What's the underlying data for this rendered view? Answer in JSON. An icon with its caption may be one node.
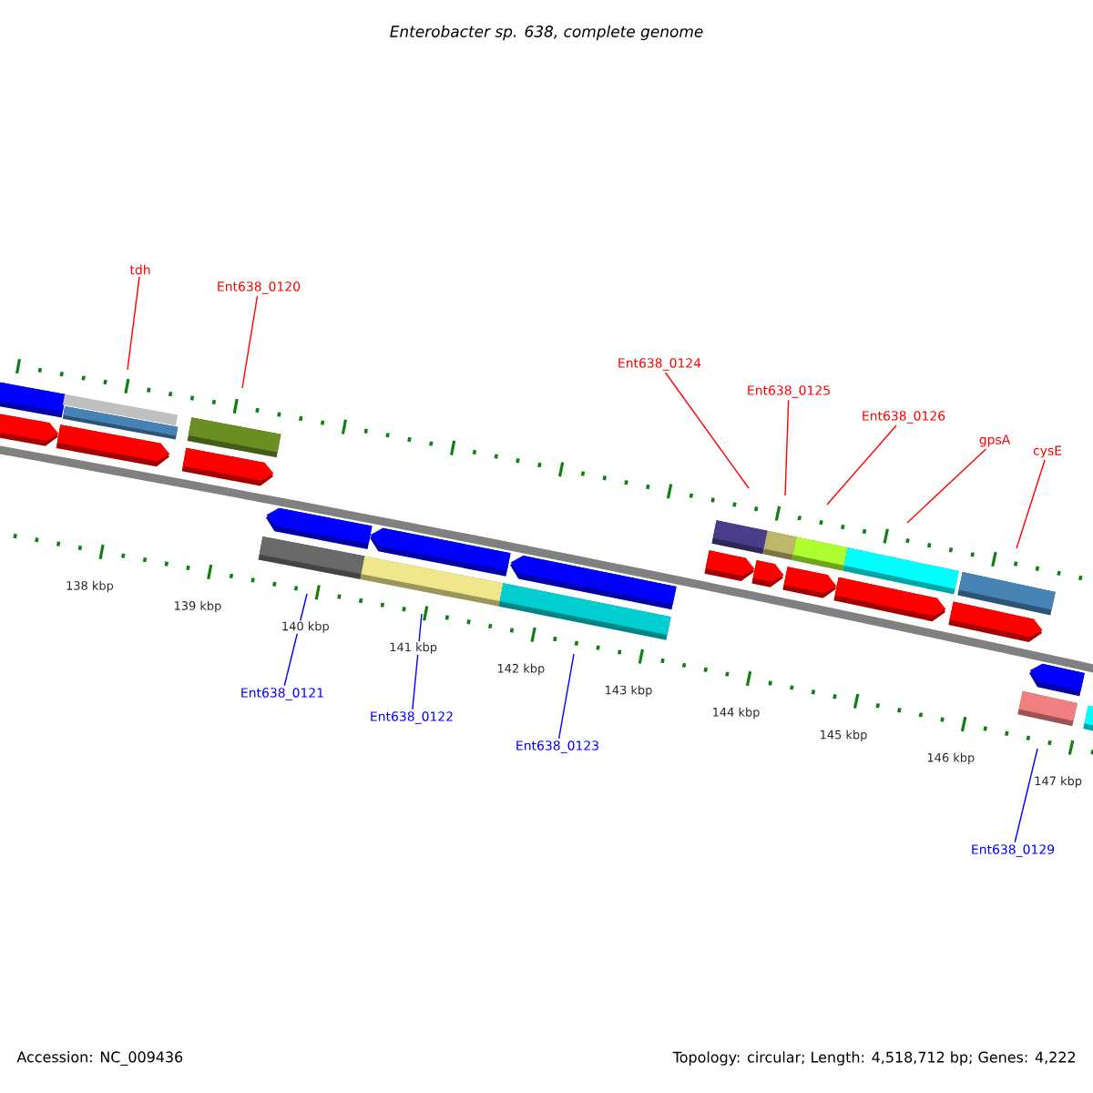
{
  "diagram": {
    "title": "Enterobacter sp. 638, complete genome",
    "nodes": [
      {
        "text": [
          "tdh"
        ]
      },
      {
        "text": [
          "Ent638_0120"
        ]
      },
      {
        "text": [
          "Ent638_0124"
        ]
      },
      {
        "text": [
          "Ent638_0125"
        ]
      },
      {
        "text": [
          "Ent638_0126"
        ]
      },
      {
        "text": [
          "gpsA"
        ]
      },
      {
        "text": [
          "cysE"
        ]
      },
      {
        "text": [
          "Ent638_0121"
        ]
      },
      {
        "text": [
          "Ent638_0122"
        ]
      },
      {
        "text": [
          "Ent638_0123"
        ]
      },
      {
        "text": [
          "Ent638_0129"
        ]
      }
    ],
    "edges": [
      {
        "from": 0,
        "to": null,
        "arrow": "none"
      },
      {
        "from": 1,
        "to": null,
        "arrow": "none"
      },
      {
        "from": 2,
        "to": null,
        "arrow": "none"
      },
      {
        "from": 3,
        "to": null,
        "arrow": "none"
      },
      {
        "from": 4,
        "to": null,
        "arrow": "none"
      },
      {
        "from": 5,
        "to": null,
        "arrow": "none"
      },
      {
        "from": 6,
        "to": null,
        "arrow": "none"
      },
      {
        "from": 7,
        "to": null,
        "arrow": "none",
        "color": "#0000ff"
      },
      {
        "from": 8,
        "to": null,
        "arrow": "none",
        "color": "#0000ff"
      },
      {
        "from": 9,
        "to": null,
        "arrow": "none",
        "color": "#0000ff"
      },
      {
        "from": 10,
        "to": null,
        "arrow": "none",
        "color": "#0000ff"
      }
    ],
    "labels": [
      "138 kbp",
      "139 kbp",
      "140 kbp",
      "141 kbp",
      "142 kbp",
      "143 kbp",
      "144 kbp",
      "145 kbp",
      "146 kbp",
      "147 kbp",
      "Accession: NC_009436",
      "Topology: circular; Length: 4,518,712 bp; Genes: 4,222"
    ]
  }
}
